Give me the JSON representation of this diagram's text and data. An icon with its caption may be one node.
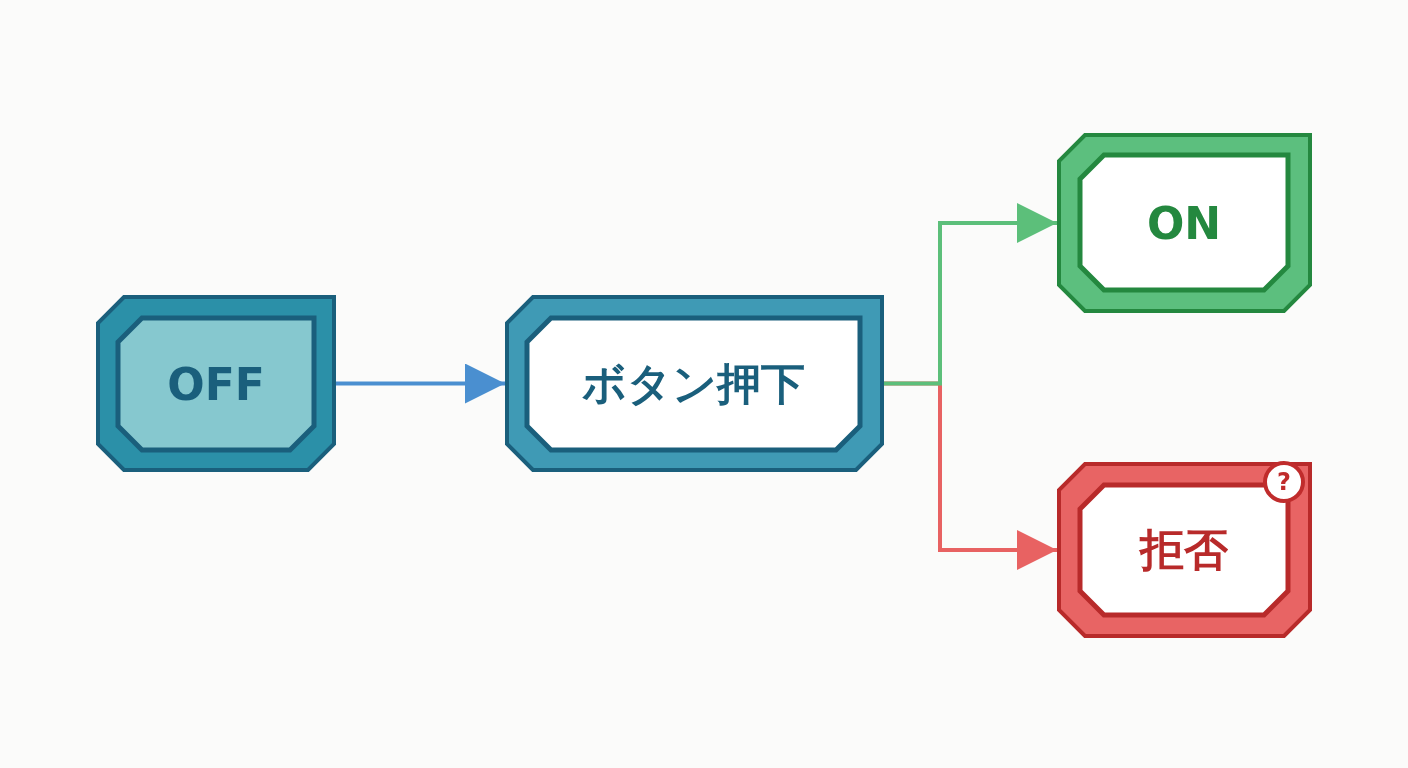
{
  "diagram": {
    "nodes": [
      {
        "text": [
          "OFF"
        ]
      },
      {
        "text": [
          "ボタン押下"
        ]
      },
      {
        "text": [
          "ON"
        ]
      },
      {
        "text": [
          "拒否"
        ]
      }
    ],
    "edges": [
      {
        "from": 0,
        "to": 1,
        "arrow": "to",
        "color": "#4a8fd0"
      },
      {
        "from": 1,
        "to": 2,
        "arrow": "to",
        "color": "#5cbf7a"
      },
      {
        "from": 1,
        "to": 3,
        "arrow": "to",
        "color": "#e86262"
      }
    ],
    "labels": [
      "?"
    ]
  }
}
